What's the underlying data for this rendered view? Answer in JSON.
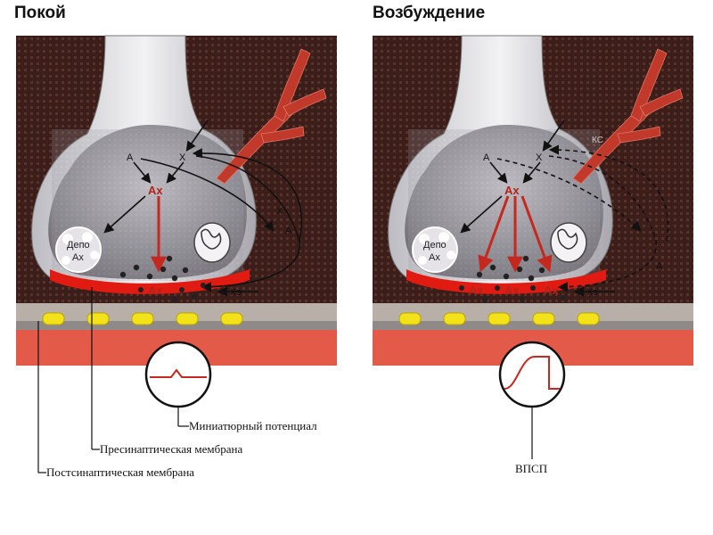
{
  "panels": {
    "left_title": "Покой",
    "right_title": "Возбуждение"
  },
  "synapse": {
    "depot_line1": "Депо",
    "depot_line2": "Ах",
    "ax": "Ах",
    "a": "А",
    "x": "Х",
    "xe": "Хэ",
    "kc": "КС"
  },
  "labels": {
    "miniature": "Миниатюрный потенциал",
    "presynaptic": "Пресинаптическая мембрана",
    "postsynaptic": "Постсинаптическая мембрана",
    "epsp": "ВПСП"
  },
  "colors": {
    "background_dark": "#3a1c18",
    "terminal": "#8e8c92",
    "cleft": "#b8b0a8",
    "postsynaptic": "#e45a48",
    "membrane_red": "#e11b12",
    "receptor": "#f3e21a",
    "arrow_red": "#c5281e"
  }
}
